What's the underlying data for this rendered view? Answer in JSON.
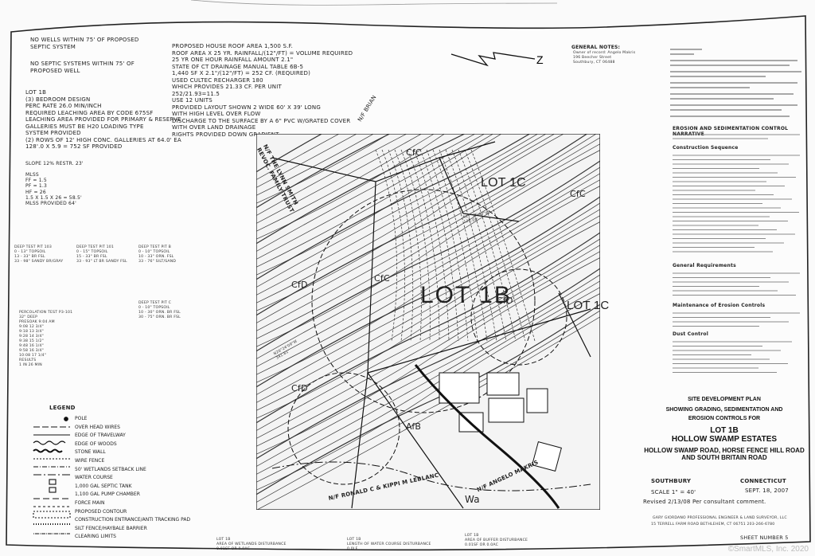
{
  "notes_top_left": {
    "wells": "NO WELLS WITHIN 75' OF PROPOSED\nSEPTIC SYSTEM",
    "septic": "NO SEPTIC SYSTEMS WITHIN 75' OF\nPROPOSED WELL",
    "lot_info": "LOT 1B\n(3) BEDROOM DESIGN\nPERC RATE 26.0 MIN/INCH\nREQUIRED LEACHING AREA BY CODE 675SF\nLEACHING AREA PROVIDED FOR PRIMARY & RESERVE\nGALLERIES MUST BE H20 LOADING TYPE\nSYSTEM PROVIDED\n(2) ROWS OF 12' HIGH CONC. GALLERIES AT 64.0' EA\n128'.0 X 5.9 = 752 SF PROVIDED",
    "slope": "SLOPE  12%   RESTR. 23'",
    "mlss": "MLSS\nFF = 1.5\nPF = 1.3\nHF = 26\n1.5 X 1.5 X 26 = 58.5'\nMLSS PROVIDED 64'"
  },
  "roof_notes": "PROPOSED HOUSE ROOF AREA 1,500 S.F.\nROOF AREA X 25 YR. RAINFALL/(12\"/FT) = VOLUME REQUIRED\n25 YR ONE HOUR RAINFALL AMOUNT 2.1\"\nSTATE OF CT DRAINAGE MANUAL TABLE 6B-5\n1,440 SF X 2.1\"/(12\"/FT) = 252 CF. (REQUIRED)\nUSED CULTEC RECHARGER 180\nWHICH PROVIDES 21.33 CF. PER UNIT\n252/21.93=11.5\nUSE 12 UNITS\nPROVIDED LAYOUT SHOWN 2 WIDE 60' X 39' LONG\nWITH HIGH LEVEL OVER FLOW\nDISCHARGE TO THE SURFACE BY A 6\" PVC W/GRATED COVER\nWITH OVER LAND DRAINAGE\nRIGHTS PROVIDED DOWN GRADIENT",
  "general_notes": {
    "heading": "GENERAL NOTES:",
    "owner": "Owner of record: Angelo Makris\n196 Beecher Street\nSouthbury, CT 06488"
  },
  "erosion": {
    "heading": "EROSION AND SEDIMENTATION CONTROL NARRATIVE",
    "sequence": "Construction Sequence",
    "requirements": "General Requirements",
    "maintenance": "Maintenance of Erosion Controls",
    "dust": "Dust Control"
  },
  "tests": {
    "t1": "DEEP TEST PIT 103\n0 - 13\" TOPSOIL\n13 - 33\" BR FSL\n33 - 98\" SANDY BR/GRAY",
    "t2": "DEEP TEST PIT 101\n0 - 15\" TOPSOIL\n15 - 33\" BR FSL\n33 - 93\" LT BR SANDY FSL",
    "t3": "DEEP TEST PIT B\n0 - 10\" TOPSOIL\n10 - 33\" ORN. FSL\n33 - 76\" SILT/SAND",
    "t4": "DEEP TEST PIT C\n0 - 10\" TOPSOIL\n10 - 30\" ORN. BR FSL\n30 - 75\" ORN. BR FSL",
    "perc": "PERCOLATION TEST P3-101\n32\" DEEP\nPRESOAK 9:04 AM\n9:08  12 3/4\"\n9:18  13 3/4\"\n9:28  14 3/4\"\n9:38  15 1/2\"\n9:48  16 1/4\"\n9:58  16 3/4\"\n10:08 17 1/4\"\nRESULTS\n1 IN 26 MIN"
  },
  "legend": {
    "title": "LEGEND",
    "items": [
      "POLE",
      "OVER HEAD WIRES",
      "EDGE OF TRAVELWAY",
      "EDGE OF WOODS",
      "STONE WALL",
      "WIRE FENCE",
      "50' WETLANDS SETBACK LINE",
      "WATER COURSE",
      "1,000 GAL SEPTIC TANK",
      "1,100 GAL PUMP CHAMBER",
      "FORCE MAIN",
      "PROPOSED CONTOUR",
      "CONSTRUCTION ENTRANCE/ANTI TRACKING PAD",
      "SILT FENCE/HAYBALE BARRIER",
      "CLEARING LIMITS"
    ]
  },
  "map_labels": {
    "lot1b": "LOT 1B",
    "lot1c_a": "LOT 1C",
    "lot1c_b": "LOT 1C",
    "nf_brian": "N/F BRIAN",
    "nf_lynn": "N/F THE LYNN SMITH\nREVOC. FAMILY TRUST",
    "nf_ronald": "N/F RONALD C & KIPPI M LEBLANC",
    "nf_angelo": "N/F ANGELO MAKRIS",
    "soil_cfc1": "CfC",
    "soil_cfc2": "CfC",
    "soil_cfc3": "CfC",
    "soil_cfd1": "CfD",
    "soil_cfd2": "CfD",
    "soil_cfd3": "CfD",
    "soil_afb": "AfB",
    "soil_wa": "Wa",
    "bearing1": "N17°16'43\"W\n128.08'",
    "bearing2": "N28°24'09\"W\n341.81'"
  },
  "bottom_notes": {
    "wetlands": "LOT 1B\nAREA OF WETLANDS DISTURBANCE\n0.01SF OR 0.0AC",
    "watercourse": "LOT 1B\nLENGTH OF WATER COURSE DISTURBANCE\n0.0LF",
    "buffer": "LOT 1B\nAREA OF BUFFER DISTURBANCE\n0.01SF OR 0.0AC"
  },
  "title_block": {
    "line1": "SITE DEVELOPMENT PLAN",
    "line2": "SHOWING GRADING, SEDIMENTATION AND",
    "line3": "EROSION CONTROLS FOR",
    "lot": "LOT 1B",
    "estate": "HOLLOW SWAMP ESTATES",
    "road1": "HOLLOW SWAMP ROAD, HORSE FENCE HILL ROAD",
    "road2": "AND SOUTH BRITAIN ROAD",
    "town": "SOUTHBURY",
    "state": "CONNECTICUT",
    "scale": "SCALE   1\" = 40'",
    "date": "SEPT. 18, 2007",
    "revised": "Revised 2/13/08 Per consultant comment.",
    "surveyor": "GARY GIORDANO PROFESSIONAL ENGINEER & LAND SURVEYOR, LLC",
    "address": "15 TERRELL FARM ROAD  BETHLEHEM, CT 06751  203-266-6780",
    "sheet": "SHEET NUMBER 5"
  },
  "watermark": "©SmartMLS, Inc. 2020"
}
